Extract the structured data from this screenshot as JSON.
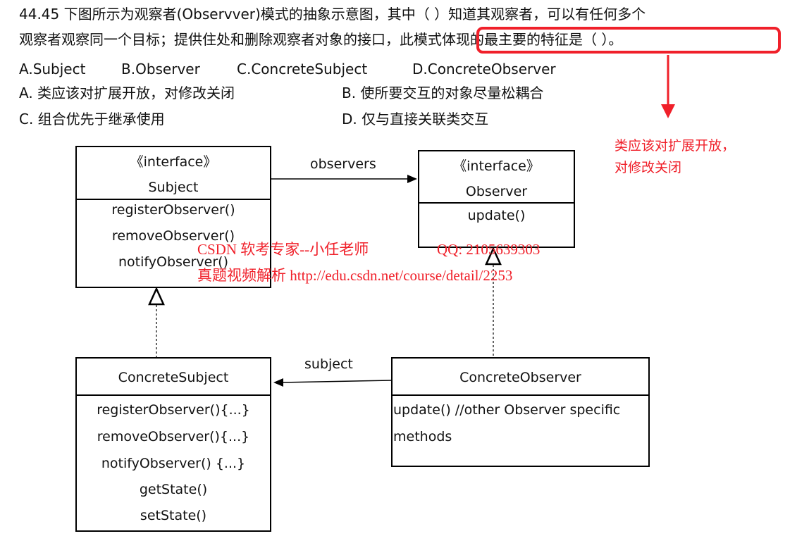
{
  "question": {
    "line1": "44.45 下图所示为观察者(Observver)模式的抽象示意图，其中（     ）知道其观察者，可以有任何多个",
    "line2": "观察者观察同一个目标；提供住处和删除观察者对象的接口，此模式体现的最主要的特征是（     ）。",
    "options1": [
      "A.Subject",
      "B.Observer",
      "C.ConcreteSubject",
      "D.ConcreteObserver"
    ],
    "options2": [
      "A.  类应该对扩展开放，对修改关闭",
      "B.  使所要交互的对象尽量松耦合",
      "C.  组合优先于继承使用",
      "D.  仅与直接关联类交互"
    ]
  },
  "annotation": {
    "line1": "类应该对扩展开放，",
    "line2": "对修改关闭",
    "color": "#f0202a"
  },
  "diagram": {
    "subject": {
      "stereotype": "《interface》",
      "name": "Subject",
      "methods": [
        "registerObserver()",
        "removeObserver()",
        "notifyObserver()"
      ]
    },
    "observer": {
      "stereotype": "《interface》",
      "name": "Observer",
      "methods": [
        "update()"
      ]
    },
    "concrete_subject": {
      "name": "ConcreteSubject",
      "methods": [
        "registerObserver(){...}",
        "removeObserver(){...}",
        "notifyObserver() {...}",
        "getState()",
        "setState()"
      ]
    },
    "concrete_observer": {
      "name": "ConcreteObserver",
      "methods": [
        "update() //other Observer specific",
        "methods"
      ]
    },
    "labels": {
      "observers": "observers",
      "subject": "subject"
    }
  },
  "watermark": {
    "line1": "CSDN 软考专家--小任老师",
    "qq": "QQ: 2105639303",
    "line2": "真题视频解析  http://edu.csdn.net/course/detail/2253"
  }
}
